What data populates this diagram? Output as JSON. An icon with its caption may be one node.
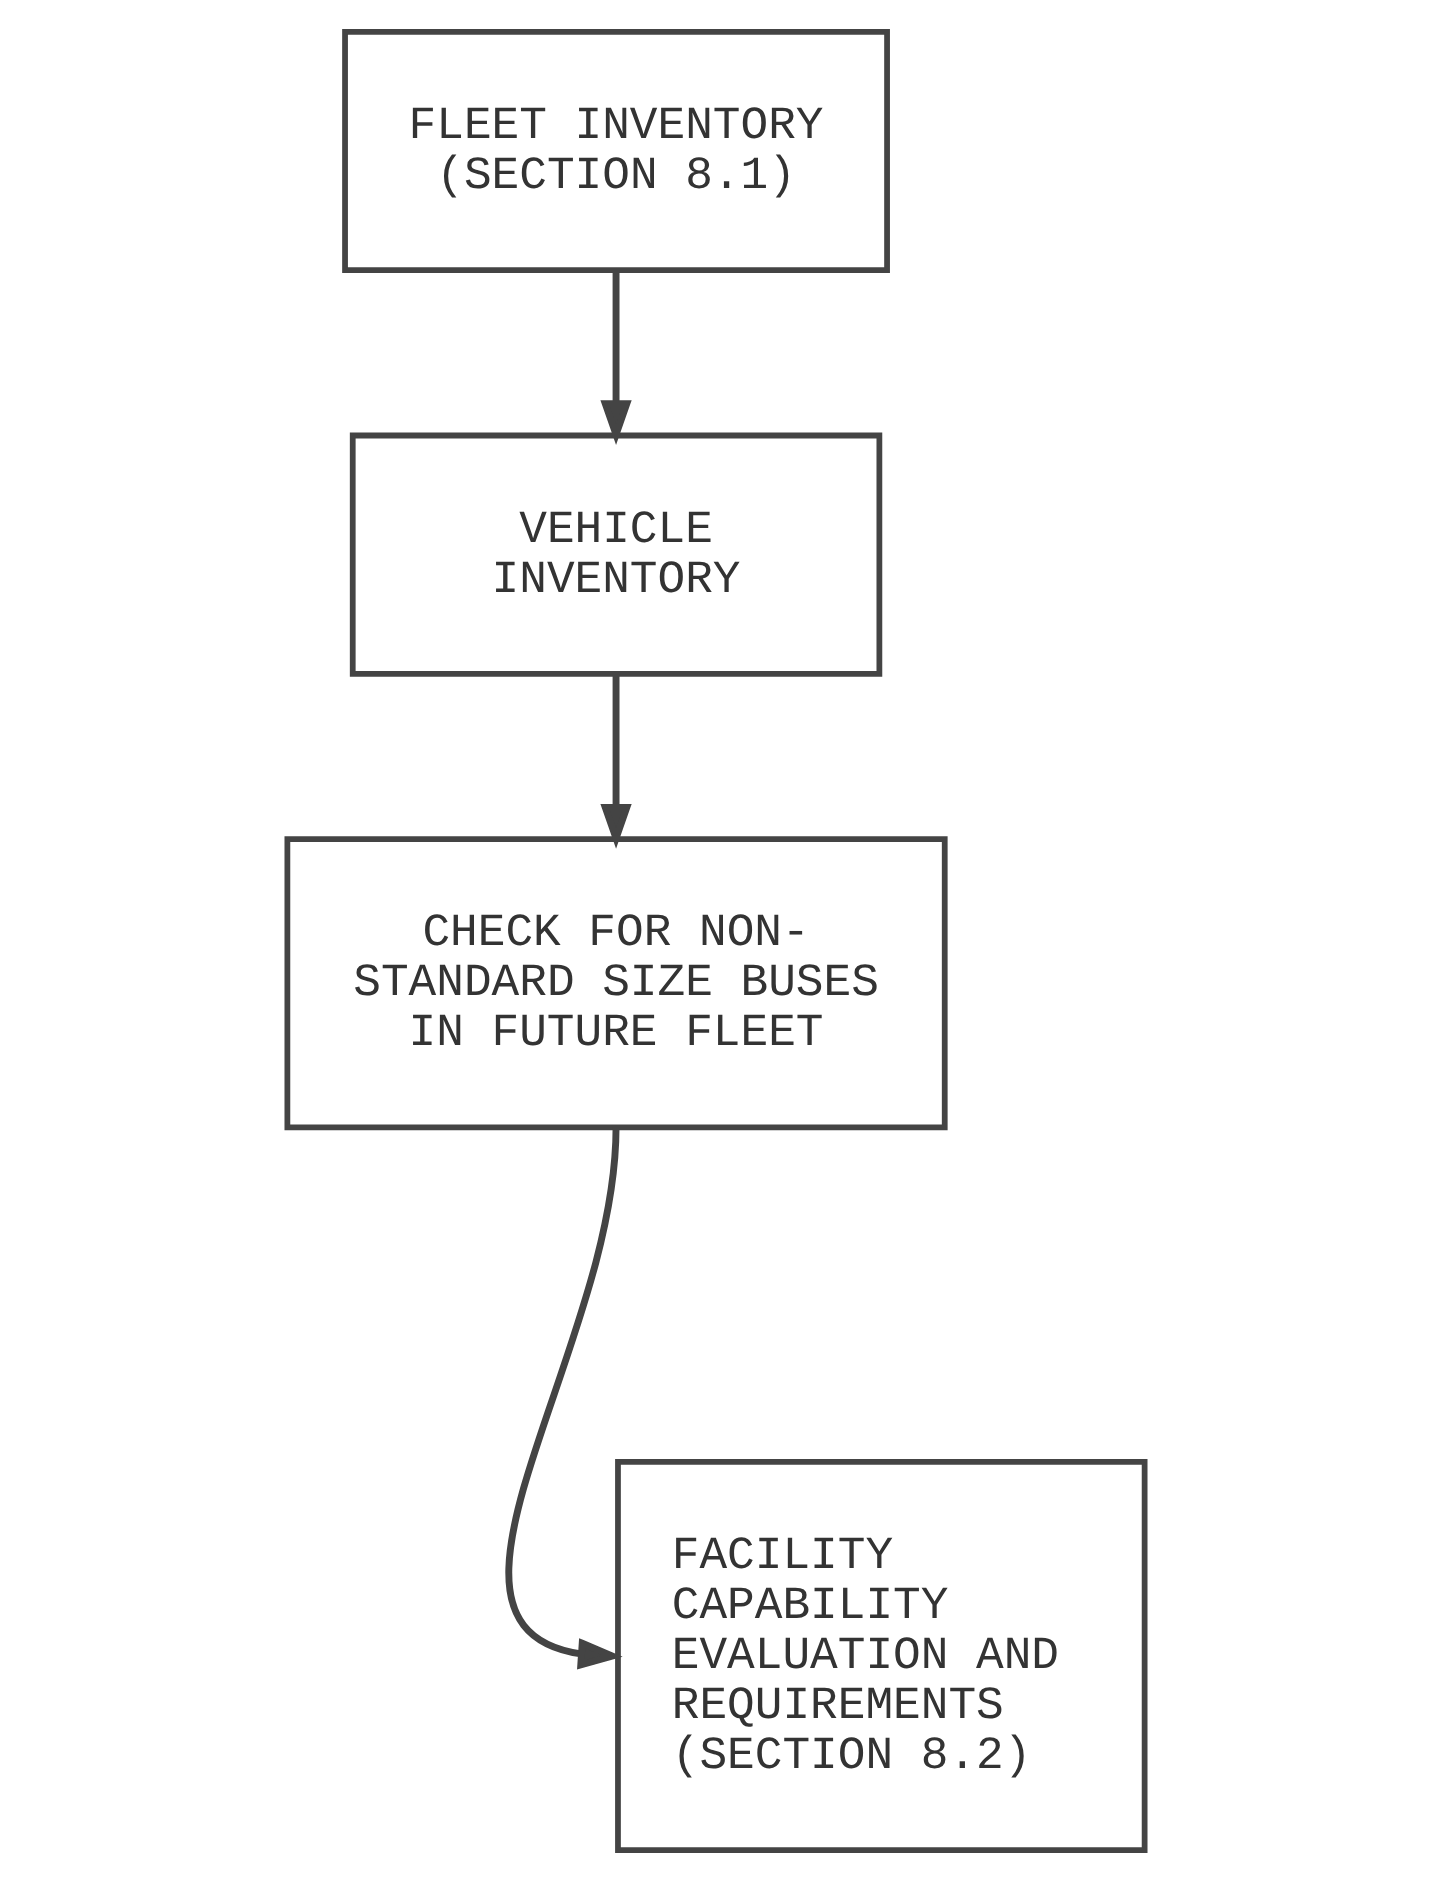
{
  "diagram": {
    "nodes": [
      {
        "text": [
          "FLEET INVENTORY (SECTION 8.1)"
        ]
      },
      {
        "text": [
          "VEHICLE INVENTORY"
        ]
      },
      {
        "text": [
          "CHECK FOR NON-STANDARD SIZE BUSES IN FUTURE FLEET"
        ]
      },
      {
        "text": [
          "FACILITY CAPABILITY EVALUATION AND REQUIREMENTS (SECTION 8.2)"
        ]
      }
    ],
    "edges": [
      {
        "from": 0,
        "to": 1,
        "arrow": "to"
      },
      {
        "from": 1,
        "to": 2,
        "arrow": "to"
      },
      {
        "from": 2,
        "to": 3,
        "arrow": "to"
      }
    ]
  }
}
